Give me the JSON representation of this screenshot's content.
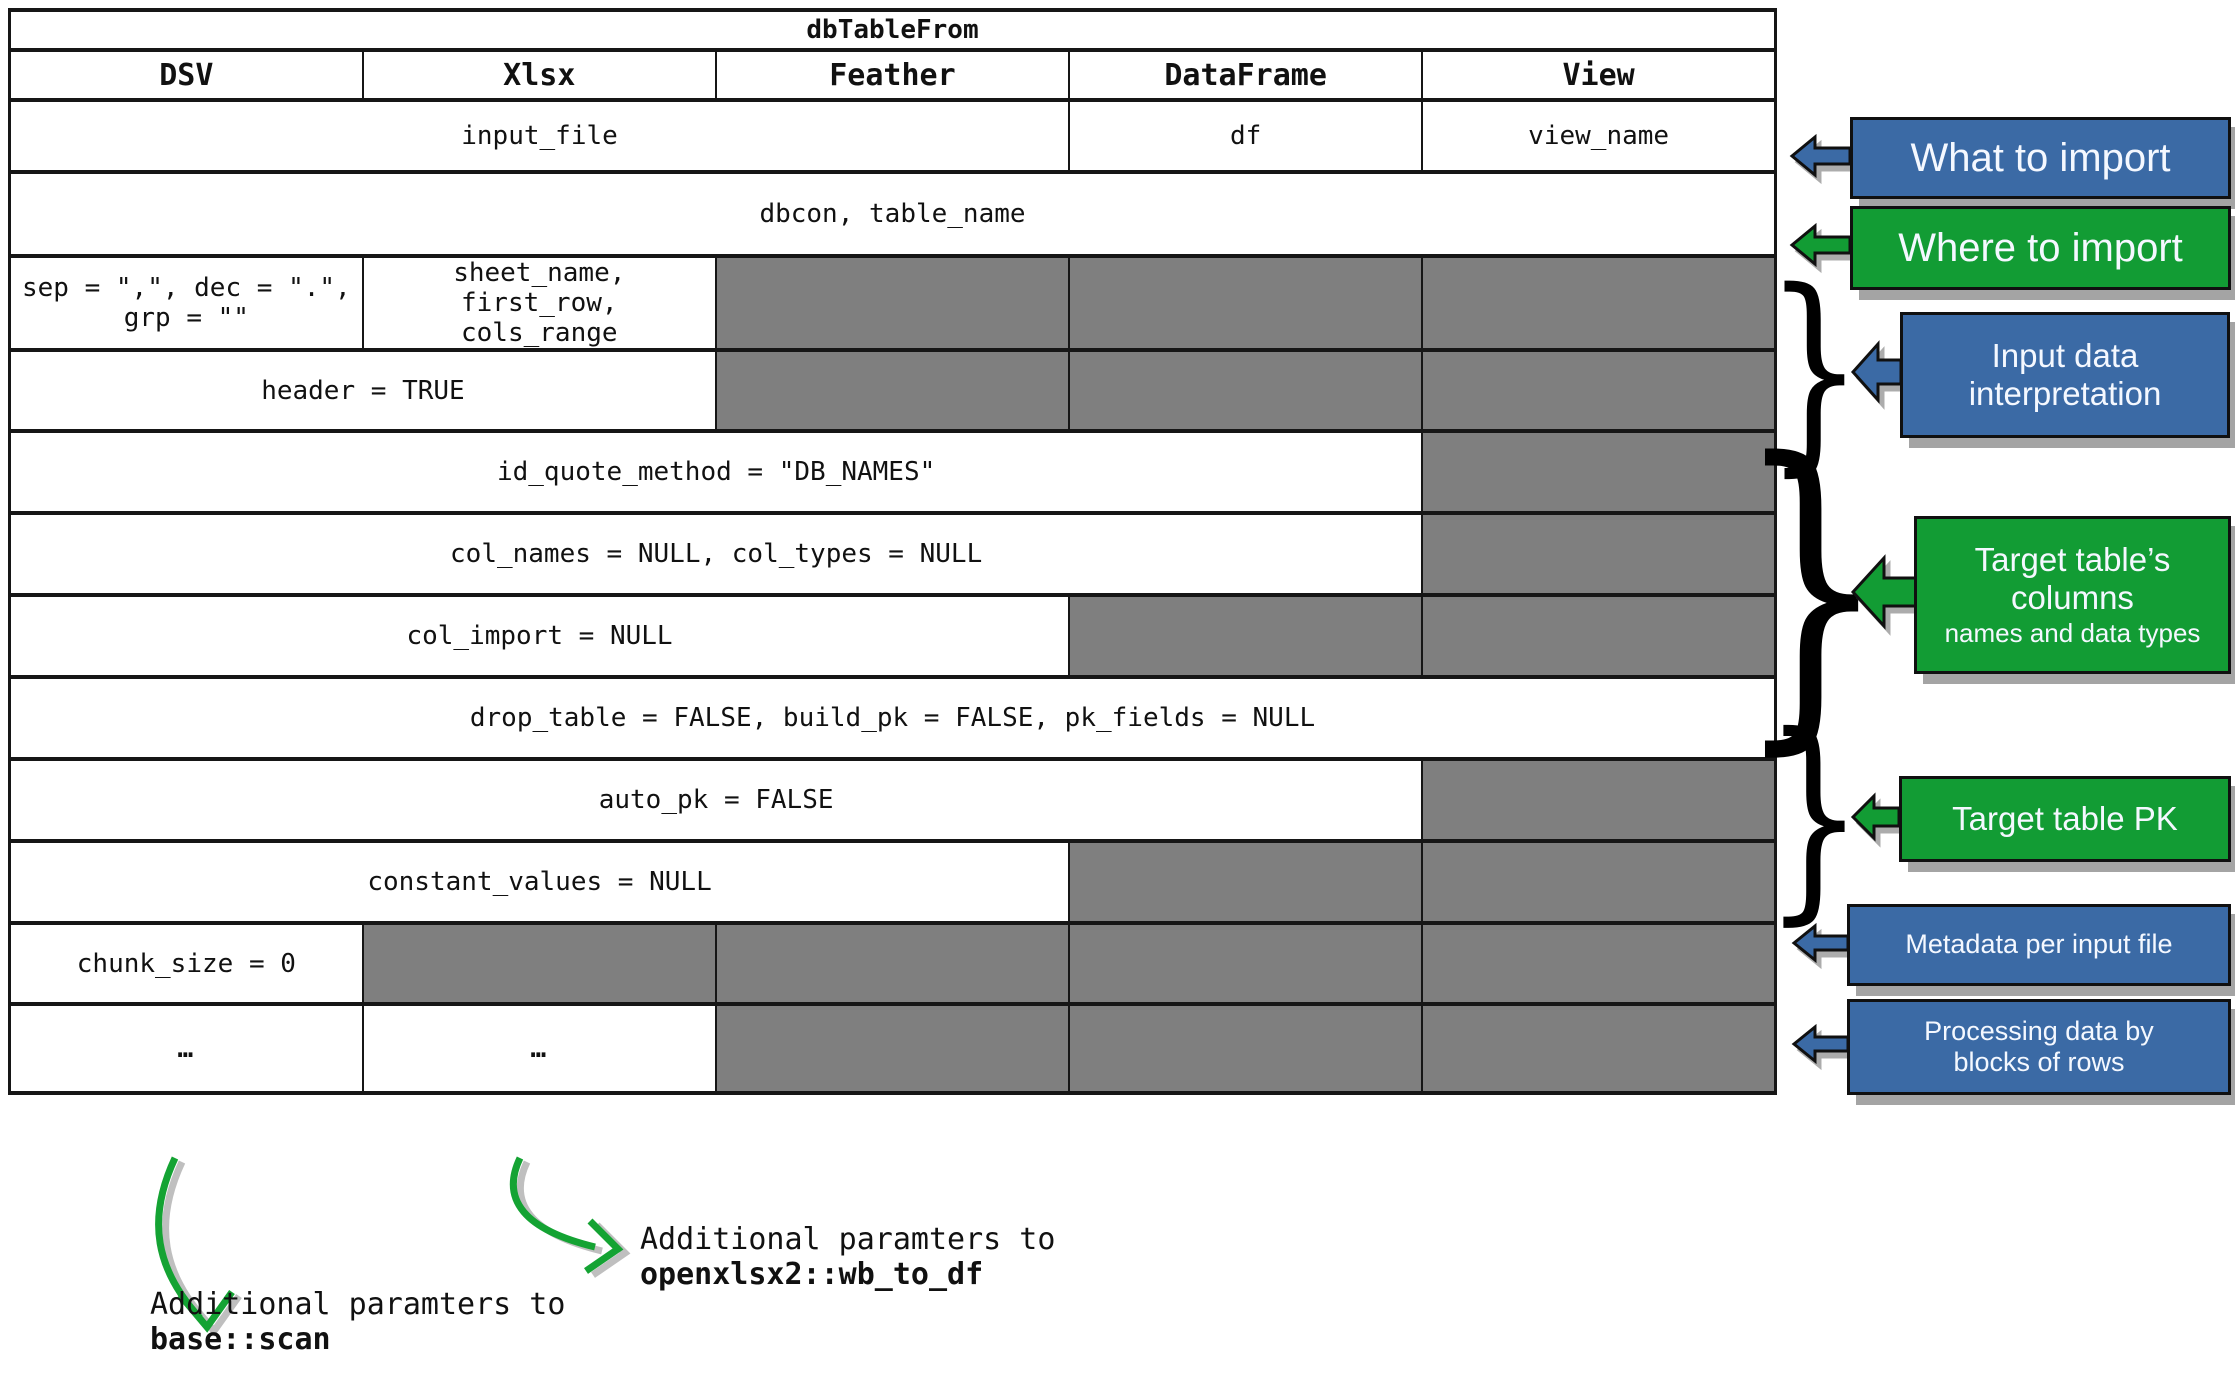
{
  "table": {
    "title": "dbTableFrom",
    "columns": [
      "DSV",
      "Xlsx",
      "Feather",
      "DataFrame",
      "View"
    ],
    "rows": [
      {
        "cells": [
          {
            "text": "input_file"
          },
          {
            "text": "df"
          },
          {
            "text": "view_name"
          }
        ]
      },
      {
        "cells": [
          {
            "text": "dbcon, table_name"
          }
        ]
      },
      {
        "cells": [
          {
            "lines": [
              "sep = \",\", dec = \".\",",
              "grp = \"\""
            ]
          },
          {
            "lines": [
              "sheet_name, first_row,",
              "cols_range"
            ]
          }
        ]
      },
      {
        "cells": [
          {
            "text": "header = TRUE"
          }
        ]
      },
      {
        "cells": [
          {
            "text": "id_quote_method = \"DB_NAMES\""
          }
        ]
      },
      {
        "cells": [
          {
            "text": "col_names = NULL, col_types = NULL"
          }
        ]
      },
      {
        "cells": [
          {
            "text": "col_import = NULL"
          }
        ]
      },
      {
        "cells": [
          {
            "text": "drop_table = FALSE, build_pk = FALSE, pk_fields = NULL"
          }
        ]
      },
      {
        "cells": [
          {
            "text": "auto_pk = FALSE"
          }
        ]
      },
      {
        "cells": [
          {
            "text": "constant_values = NULL"
          }
        ]
      },
      {
        "cells": [
          {
            "text": "chunk_size = 0"
          }
        ]
      },
      {
        "cells": [
          {
            "text": "…"
          },
          {
            "text": "…"
          }
        ]
      }
    ]
  },
  "annotations": {
    "what_to_import": {
      "label": "What to import"
    },
    "where_to_import": {
      "label": "Where to import"
    },
    "input_data_interpretation": {
      "lines": [
        "Input data",
        "interpretation"
      ]
    },
    "target_table_columns": {
      "lines": [
        "Target table’s",
        "columns"
      ],
      "subline": "names and data types"
    },
    "target_table_pk": {
      "label": "Target table PK"
    },
    "metadata_per_input_file": {
      "label": "Metadata per input file"
    },
    "processing_blocks": {
      "lines": [
        "Processing data by",
        "blocks of rows"
      ]
    }
  },
  "notes": {
    "dsv": {
      "line1": "Additional paramters to",
      "line2": "base::scan"
    },
    "xlsx": {
      "line1": "Additional paramters to",
      "line2": "openxlsx2::wb_to_df"
    }
  },
  "colors": {
    "annotation_blue": "#3b6aa5",
    "annotation_green": "#129c34",
    "na_cell_gray": "#7f7f7f",
    "curved_arrow_green": "#14a333"
  }
}
